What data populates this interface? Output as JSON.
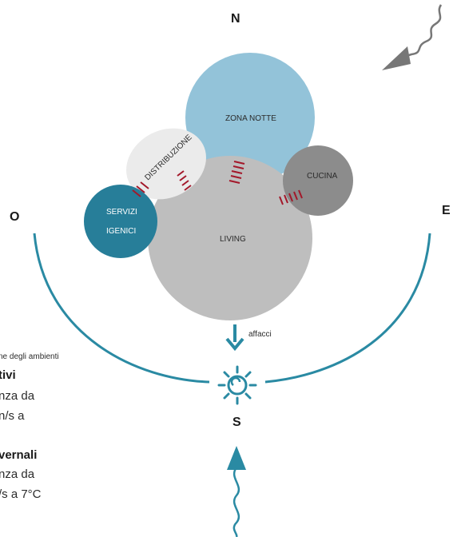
{
  "compass": {
    "north": "N",
    "south": "S",
    "east": "E",
    "west": "O"
  },
  "zones": {
    "zona_notte": "ZONA NOTTE",
    "distribuzione": "DISTRIBUZIONE",
    "servizi_line1": "SERVIZI",
    "servizi_line2": "IGENICI",
    "cucina": "CUCINA",
    "living": "LIVING"
  },
  "annotation": {
    "affacci": "affacci"
  },
  "legend": {
    "caption": "ne degli ambienti",
    "summer_title": "tivi",
    "summer_line1": "nza da",
    "summer_line2": "n/s a",
    "winter_title": "vernali",
    "winter_line1": "nza da",
    "winter_line2": "/s a 7°C"
  },
  "colors": {
    "zona_notte": "#93c3d9",
    "distribuzione": "#ebebeb",
    "servizi": "#277e99",
    "cucina": "#8c8c8c",
    "living": "#bebebe",
    "accent": "#2a8aa3",
    "hatch": "#a3182a",
    "wind_arrow": "#777777"
  }
}
